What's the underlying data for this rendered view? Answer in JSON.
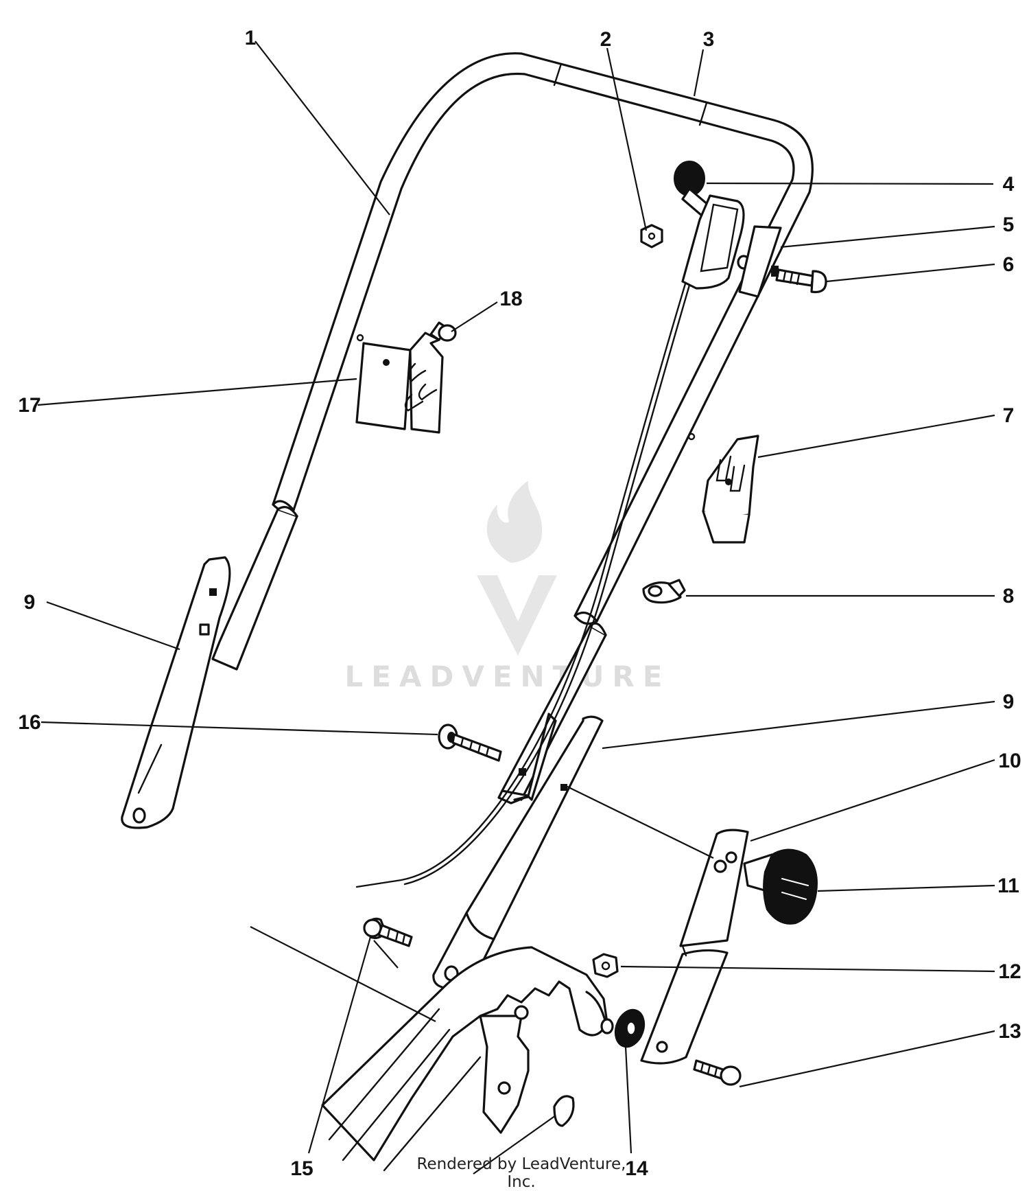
{
  "colors": {
    "line": "#111111",
    "background": "#ffffff",
    "watermark": "#d8d8d8"
  },
  "watermark": {
    "text": "LEADVENTURE"
  },
  "footer": {
    "text": "Rendered by LeadVenture, Inc."
  },
  "callouts": [
    {
      "id": "label-1",
      "text": "1"
    },
    {
      "id": "label-2",
      "text": "2"
    },
    {
      "id": "label-3",
      "text": "3"
    },
    {
      "id": "label-4",
      "text": "4"
    },
    {
      "id": "label-5",
      "text": "5"
    },
    {
      "id": "label-6",
      "text": "6"
    },
    {
      "id": "label-7",
      "text": "7"
    },
    {
      "id": "label-8",
      "text": "8"
    },
    {
      "id": "label-9-left",
      "text": "9"
    },
    {
      "id": "label-9-right",
      "text": "9"
    },
    {
      "id": "label-10",
      "text": "10"
    },
    {
      "id": "label-11",
      "text": "11"
    },
    {
      "id": "label-12",
      "text": "12"
    },
    {
      "id": "label-13",
      "text": "13"
    },
    {
      "id": "label-14",
      "text": "14"
    },
    {
      "id": "label-15",
      "text": "15"
    },
    {
      "id": "label-16",
      "text": "16"
    },
    {
      "id": "label-17",
      "text": "17"
    },
    {
      "id": "label-18",
      "text": "18"
    }
  ]
}
